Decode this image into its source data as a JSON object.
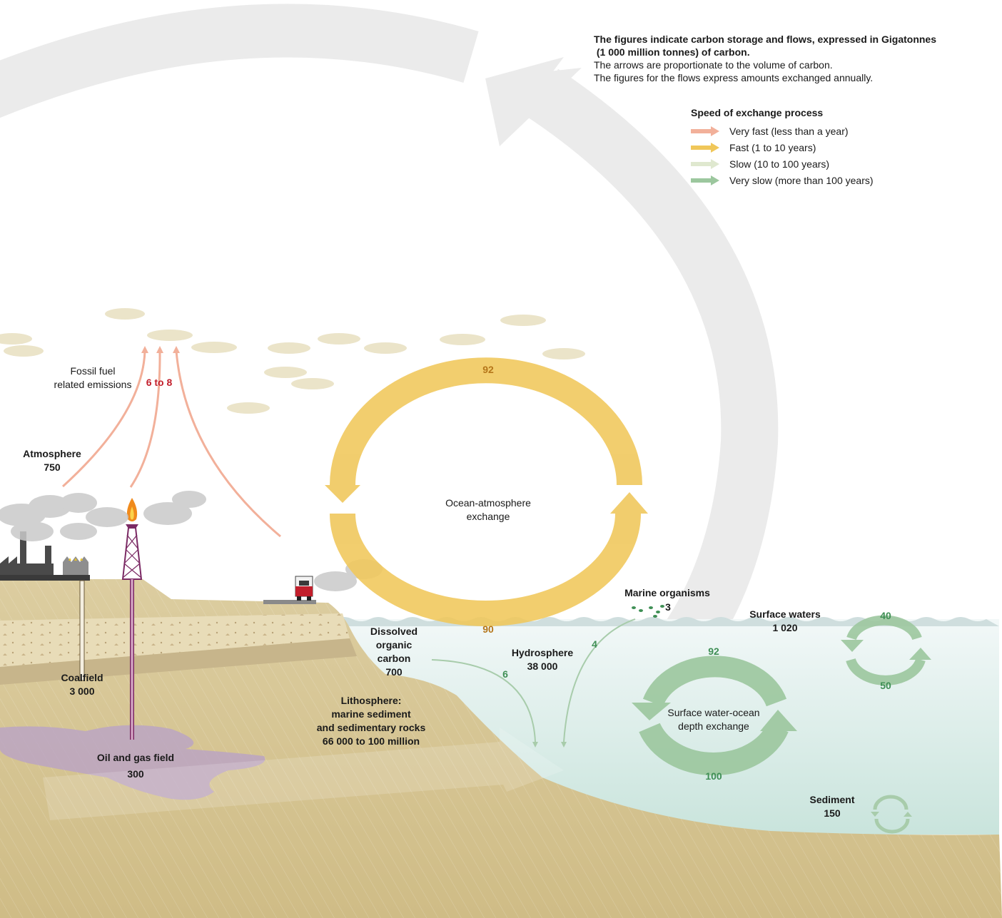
{
  "info": {
    "title": "The figures indicate carbon storage and flows, expressed in Gigatonnes\n (1 000 million tonnes) of carbon.",
    "line1": "The arrows are proportionate to the volume of carbon.",
    "line2": "The figures for the flows express amounts exchanged annually."
  },
  "legend": {
    "title": "Speed of exchange process",
    "items": [
      {
        "label": "Very fast (less than a year)",
        "color": "#f2b09a"
      },
      {
        "label": "Fast (1 to 10 years)",
        "color": "#f0c75a"
      },
      {
        "label": "Slow (10 to 100 years)",
        "color": "#dfe8cf"
      },
      {
        "label": "Very slow (more than 100 years)",
        "color": "#9cc79e"
      }
    ]
  },
  "labels": {
    "fossil_title_1": "Fossil fuel",
    "fossil_title_2": "related emissions",
    "fossil_value": "6 to 8",
    "atmosphere_title": "Atmosphere",
    "atmosphere_value": "750",
    "ocean_atm_1": "Ocean-atmosphere",
    "ocean_atm_2": "exchange",
    "ocean_atm_top": "92",
    "ocean_atm_bottom": "90",
    "marine_title": "Marine organisms",
    "marine_value": "3",
    "surface_title": "Surface waters",
    "surface_value": "1 020",
    "surface_top": "40",
    "surface_bottom": "50",
    "doc_1": "Dissolved",
    "doc_2": "organic",
    "doc_3": "carbon",
    "doc_value": "700",
    "hydro_title": "Hydrosphere",
    "hydro_value": "38 000",
    "flow_4": "4",
    "flow_6": "6",
    "deep_top": "92",
    "deep_bottom": "100",
    "deep_1": "Surface water-ocean",
    "deep_2": "depth exchange",
    "coal_title": "Coalfield",
    "coal_value": "3 000",
    "litho_1": "Lithosphere:",
    "litho_2": "marine sediment",
    "litho_3": "and sedimentary rocks",
    "litho_4": "66 000 to 100 million",
    "oil_title": "Oil and gas field",
    "oil_value": "300",
    "sediment_title": "Sediment",
    "sediment_value": "150"
  }
}
